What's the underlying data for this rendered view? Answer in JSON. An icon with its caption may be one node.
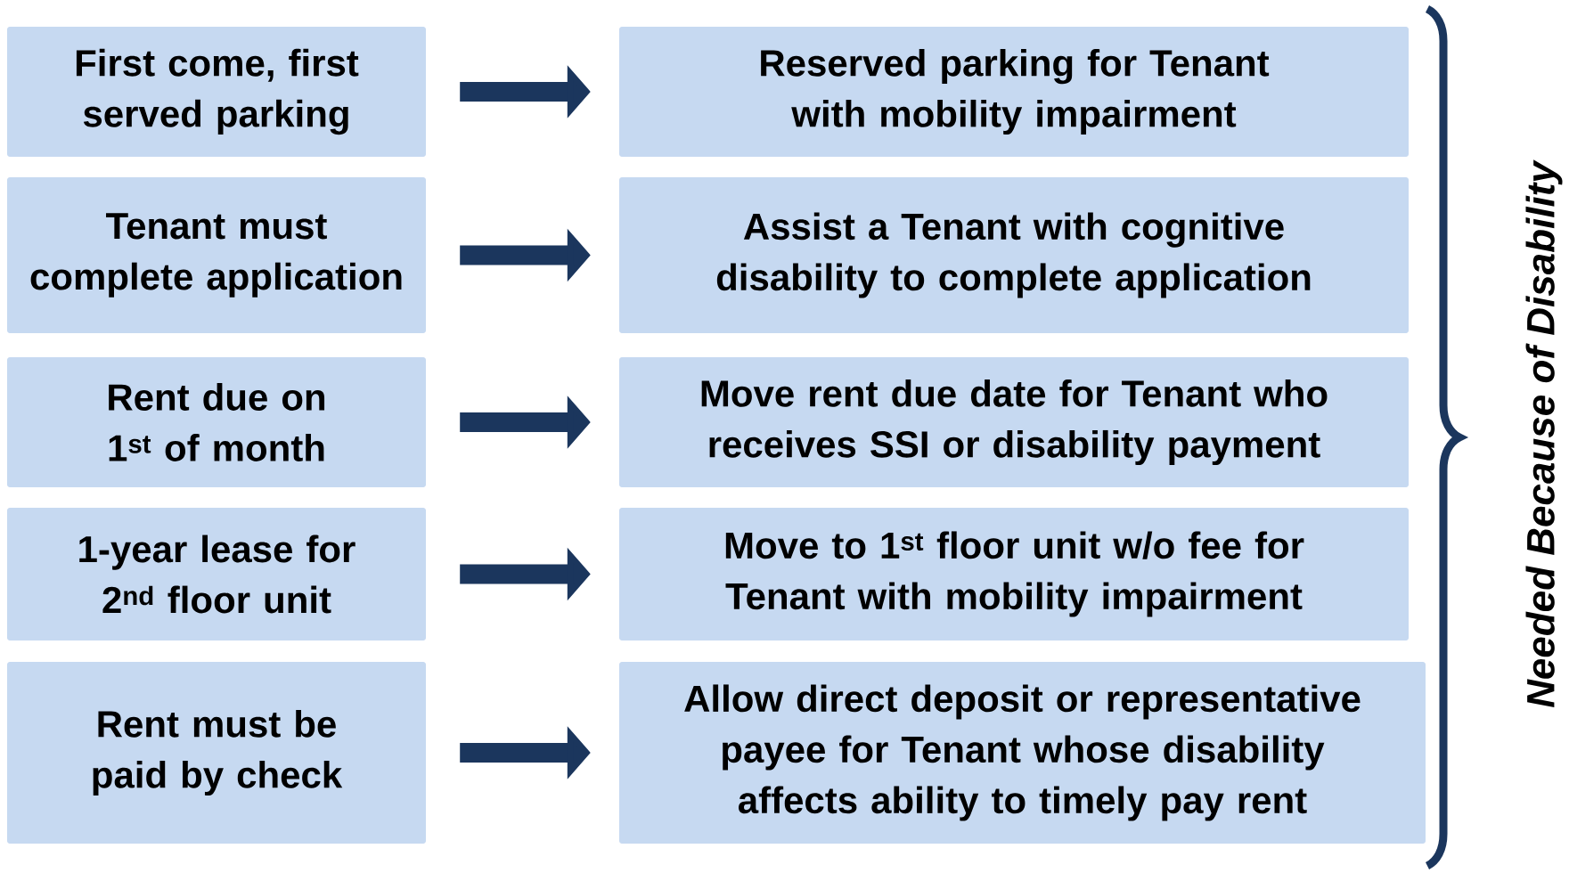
{
  "diagram": {
    "nodes": [
      {
        "text": [
          "First come, first served parking"
        ]
      },
      {
        "text": [
          "Reserved parking for Tenant with mobility impairment"
        ]
      },
      {
        "text": [
          "Tenant must complete application"
        ]
      },
      {
        "text": [
          "Assist a Tenant with cognitive disability to complete application"
        ]
      },
      {
        "text": [
          "Rent due on 1$^{st}$ of month"
        ]
      },
      {
        "text": [
          "Move rent due date for Tenant who receives SSI or disability payment"
        ]
      },
      {
        "text": [
          "1-year lease for 2$^{nd}$ floor unit"
        ]
      },
      {
        "text": [
          "Move to 1$^{st}$ floor unit w/o fee for Tenant with mobility impairment"
        ]
      },
      {
        "text": [
          "Rent must be paid by check"
        ]
      },
      {
        "text": [
          "Allow direct deposit or representative payee for Tenant whose disability affects ability to timely pay rent"
        ]
      }
    ],
    "edges": [
      {
        "from": 0,
        "to": 1,
        "arrow": "to"
      },
      {
        "from": 2,
        "to": 3,
        "arrow": "to"
      },
      {
        "from": 4,
        "to": 5,
        "arrow": "to"
      },
      {
        "from": 6,
        "to": 7,
        "arrow": "to"
      },
      {
        "from": 8,
        "to": 9,
        "arrow": "to"
      }
    ],
    "labels": [
      "Needed Because of Disability"
    ]
  }
}
